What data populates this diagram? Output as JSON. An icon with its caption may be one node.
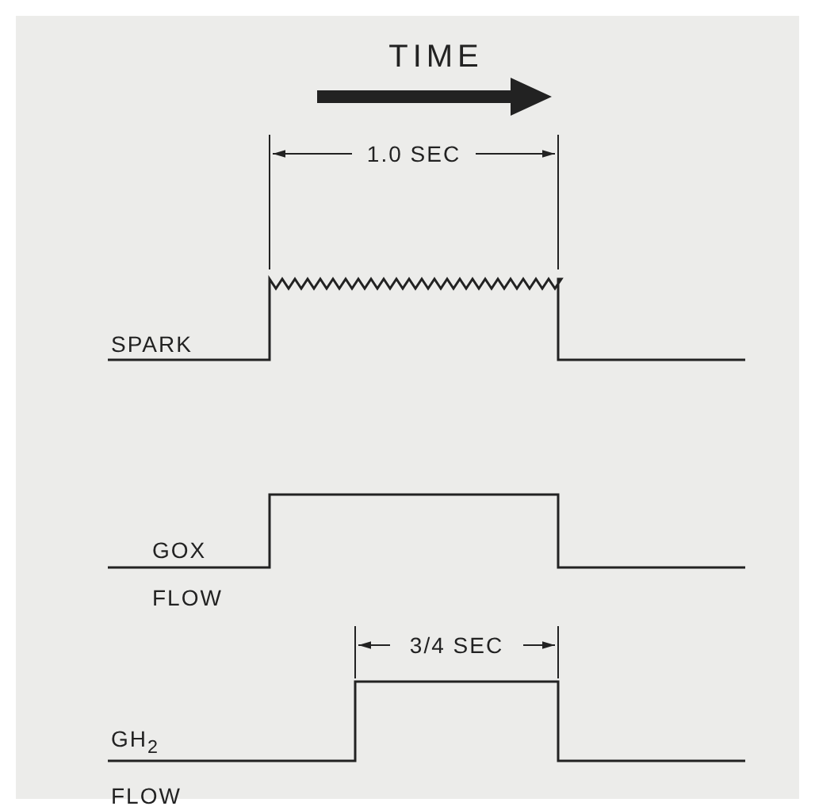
{
  "diagram": {
    "labels": [
      "TIME",
      "1.0 SEC",
      "SPARK",
      "GOX FLOW",
      "3/4 SEC",
      "GH$_{2}$ FLOW"
    ]
  }
}
